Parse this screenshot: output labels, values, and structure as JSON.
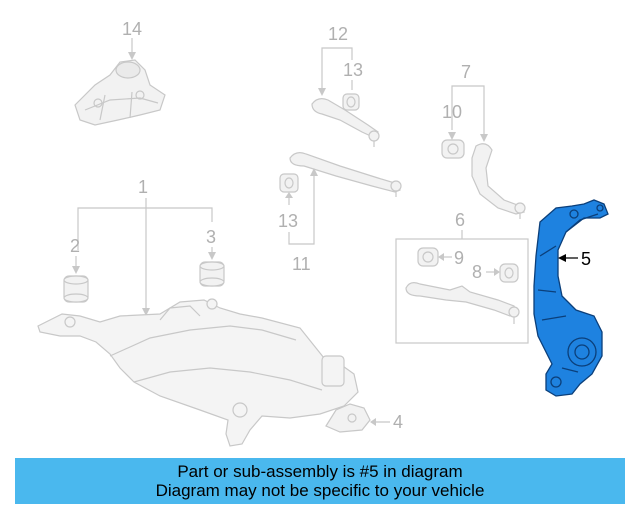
{
  "callouts": {
    "n1": "1",
    "n2": "2",
    "n3": "3",
    "n4": "4",
    "n5": "5",
    "n6": "6",
    "n7": "7",
    "n8": "8",
    "n9": "9",
    "n10": "10",
    "n11": "11",
    "n12": "12",
    "n13a": "13",
    "n13b": "13",
    "n14": "14"
  },
  "banner": {
    "line1": "Part or sub-assembly is #5 in diagram",
    "line2": "Diagram may not be specific to your vehicle"
  },
  "colors": {
    "highlight_part": "#1e82e0",
    "faded_part": "#cccccc",
    "banner_bg": "#4ab8ee"
  }
}
